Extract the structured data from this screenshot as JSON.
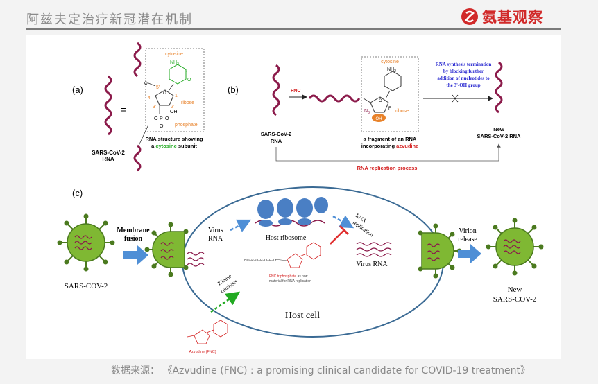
{
  "header": {
    "title": "阿兹夫定治疗新冠潜在机制",
    "logo_text": "氨基观察"
  },
  "panel_a": {
    "label": "(a)",
    "rna_label_1": "SARS-CoV-2",
    "rna_label_2": "RNA",
    "equals": "=",
    "cytosine": "cytosine",
    "ribose": "ribose",
    "phosphate": "phosphate",
    "nh2": "NH",
    "nh2_sub": "2",
    "p5": "5'",
    "p4": "4'",
    "p3": "3'",
    "p2": "2'",
    "p1": "1'",
    "oh": "OH",
    "o": "O",
    "p": "P",
    "n": "N",
    "caption_1": "RNA structure showing",
    "caption_2a": "a ",
    "caption_2b": "cytosine",
    "caption_2c": " subunit"
  },
  "panel_b": {
    "label": "(b)",
    "fnc": "FNC",
    "rna_label_1": "SARS-CoV-2",
    "rna_label_2": "RNA",
    "cytosine": "cytosine",
    "ribose": "ribose",
    "nh2": "NH",
    "nh2_sub": "2",
    "n3": "N",
    "n3_sub": "3",
    "oh": "OH",
    "f": "F",
    "o": "O",
    "fragment_1": "a fragment of an RNA",
    "fragment_2a": "incorporating ",
    "fragment_2b": "azvudine",
    "termination_1": "RNA synthesis termination",
    "termination_2": "by blocking further",
    "termination_3": "addition of nucleotides to",
    "termination_4": "the 3'-OH group",
    "new_rna_1": "New",
    "new_rna_2": "SARS-CoV-2 RNA",
    "replication_process": "RNA replication process"
  },
  "panel_c": {
    "label": "(c)",
    "virus_label": "SARS-COV-2",
    "membrane_1": "Membrane",
    "membrane_2": "fusion",
    "virus_rna_1": "Virus",
    "virus_rna_2": "RNA",
    "host_ribosome": "Host ribosome",
    "rna_replication_1": "RNA",
    "rna_replication_2": "replication",
    "virus_rna_right": "Virus RNA",
    "fnc_tri_1": "FNC triphosphate",
    "fnc_tri_2": " as raw",
    "fnc_tri_3": "material for RNA replication",
    "kinase_1": "Kinase",
    "kinase_2": "catalysis",
    "host_cell": "Host cell",
    "virion_1": "Virion",
    "virion_2": "release",
    "new_1": "New",
    "new_2": "SARS-COV-2",
    "azvudine_fnc": "Azvudine (FNC)",
    "hoph": "HO–P–O–P–O–P–O"
  },
  "footer": {
    "source": "数据来源：   《Azvudine (FNC) : a promising clinical candidate for COVID-19 treatment》"
  },
  "colors": {
    "rna": "#8b1a4a",
    "orange": "#e8822a",
    "green_text": "#22aa22",
    "virus_green": "#7fb833",
    "virus_dark": "#4b7a1f",
    "blue_arrow": "#4f8fd6",
    "ribosome": "#4a7fc4",
    "red_text": "#d42020",
    "blue_text": "#2a2ad0",
    "inhibit": "#e03030",
    "logo_red": "#d12a2a"
  }
}
